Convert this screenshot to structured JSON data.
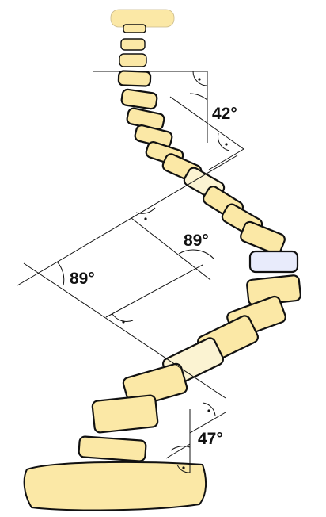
{
  "figure": {
    "angles": [
      {
        "id": "upper-right",
        "label": "42°"
      },
      {
        "id": "middle-right",
        "label": "89°"
      },
      {
        "id": "middle-left",
        "label": "89°"
      },
      {
        "id": "lower-right",
        "label": "47°"
      }
    ]
  },
  "colors": {
    "bone_fill": "#fbe8a6",
    "bone_stroke": "#111111",
    "line": "#111111",
    "highlight_light": "#fbf3d2",
    "highlight_blue": "#e8ebfb"
  }
}
